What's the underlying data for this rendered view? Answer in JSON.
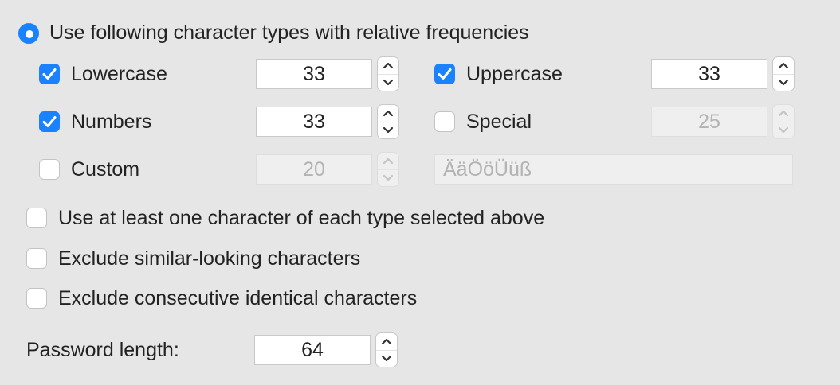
{
  "character_types": {
    "radio_label": "Use following character types with relative frequencies",
    "radio_selected": true,
    "lowercase": {
      "label": "Lowercase",
      "checked": true,
      "value": "33"
    },
    "uppercase": {
      "label": "Uppercase",
      "checked": true,
      "value": "33"
    },
    "numbers": {
      "label": "Numbers",
      "checked": true,
      "value": "33"
    },
    "special": {
      "label": "Special",
      "checked": false,
      "value": "25"
    },
    "custom": {
      "label": "Custom",
      "checked": false,
      "value": "20",
      "chars_placeholder": "ÄäÖöÜüß"
    }
  },
  "options": {
    "at_least_one": {
      "label": "Use at least one character of each type selected above",
      "checked": false
    },
    "exclude_similar": {
      "label": "Exclude similar-looking characters",
      "checked": false
    },
    "exclude_consecutive": {
      "label": "Exclude consecutive identical characters",
      "checked": false
    }
  },
  "password_length": {
    "label": "Password length:",
    "value": "64"
  },
  "colors": {
    "accent": "#1a82ff",
    "background": "#e6e6e6",
    "disabled_text": "#b3b3b3"
  }
}
